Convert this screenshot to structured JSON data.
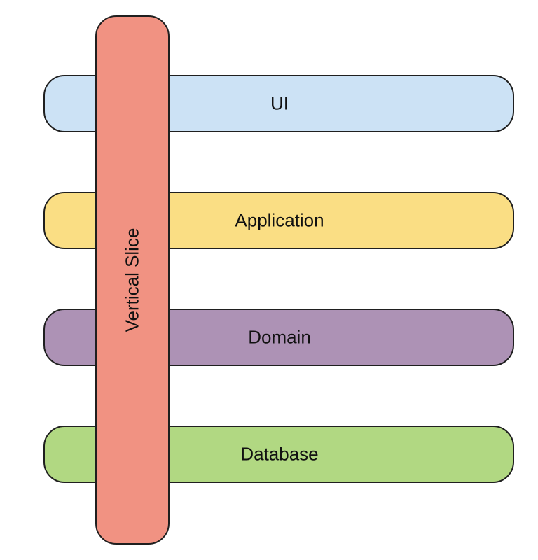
{
  "layers": [
    {
      "label": "UI",
      "color": "#cce2f5"
    },
    {
      "label": "Application",
      "color": "#fade84"
    },
    {
      "label": "Domain",
      "color": "#ad92b5"
    },
    {
      "label": "Database",
      "color": "#b1d882"
    }
  ],
  "slice": {
    "label": "Vertical Slice",
    "color": "#f19282"
  }
}
